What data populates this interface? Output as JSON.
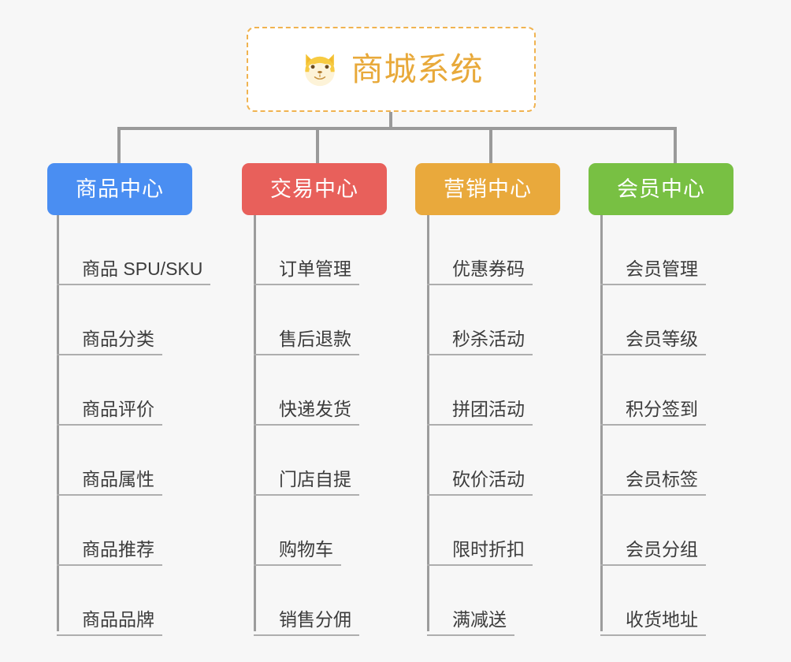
{
  "diagram": {
    "type": "org-chart",
    "background_color": "#f7f7f7",
    "root": {
      "title": "商城系统",
      "icon": "dog-face-emoji",
      "text_color": "#e8a93a",
      "border_color": "#f0b350",
      "background_color": "#ffffff"
    },
    "branches": [
      {
        "label": "商品中心",
        "color": "#4a8ef2",
        "items": [
          "商品 SPU/SKU",
          "商品分类",
          "商品评价",
          "商品属性",
          "商品推荐",
          "商品品牌"
        ]
      },
      {
        "label": "交易中心",
        "color": "#e8605b",
        "items": [
          "订单管理",
          "售后退款",
          "快递发货",
          "门店自提",
          "购物车",
          "销售分佣"
        ]
      },
      {
        "label": "营销中心",
        "color": "#e9a93c",
        "items": [
          "优惠券码",
          "秒杀活动",
          "拼团活动",
          "砍价活动",
          "限时折扣",
          "满减送"
        ]
      },
      {
        "label": "会员中心",
        "color": "#78c043",
        "items": [
          "会员管理",
          "会员等级",
          "积分签到",
          "会员标签",
          "会员分组",
          "收货地址"
        ]
      }
    ]
  }
}
